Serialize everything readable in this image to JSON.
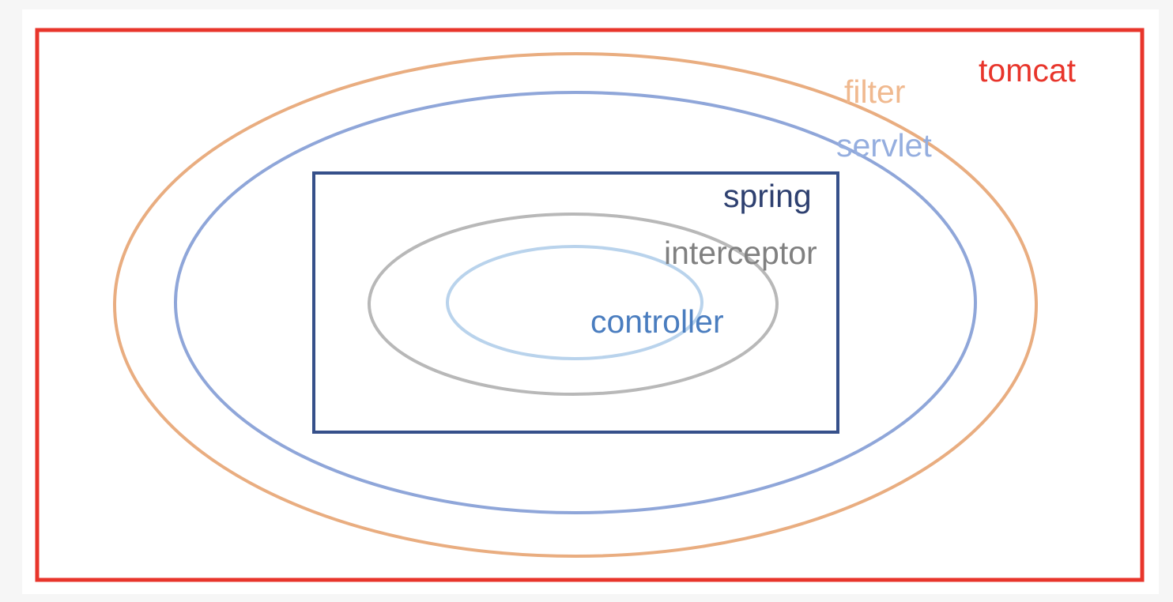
{
  "diagram": {
    "layers": [
      {
        "id": "tomcat",
        "label": "tomcat",
        "shape": "rectangle",
        "color": "#e8352b"
      },
      {
        "id": "filter",
        "label": "filter",
        "shape": "ellipse",
        "color": "#e9ad80"
      },
      {
        "id": "servlet",
        "label": "servlet",
        "shape": "ellipse",
        "color": "#8fa6d9"
      },
      {
        "id": "spring",
        "label": "spring",
        "shape": "rectangle",
        "color": "#36508a"
      },
      {
        "id": "interceptor",
        "label": "interceptor",
        "shape": "ellipse",
        "color": "#b8b8b8"
      },
      {
        "id": "controller",
        "label": "controller",
        "shape": "ellipse",
        "color": "#b9d3ec"
      }
    ],
    "label_colors": {
      "tomcat": "#e8352b",
      "filter": "#f0b98f",
      "servlet": "#95aedf",
      "spring": "#2e4070",
      "interceptor": "#808080",
      "controller": "#4a7dbf"
    }
  }
}
